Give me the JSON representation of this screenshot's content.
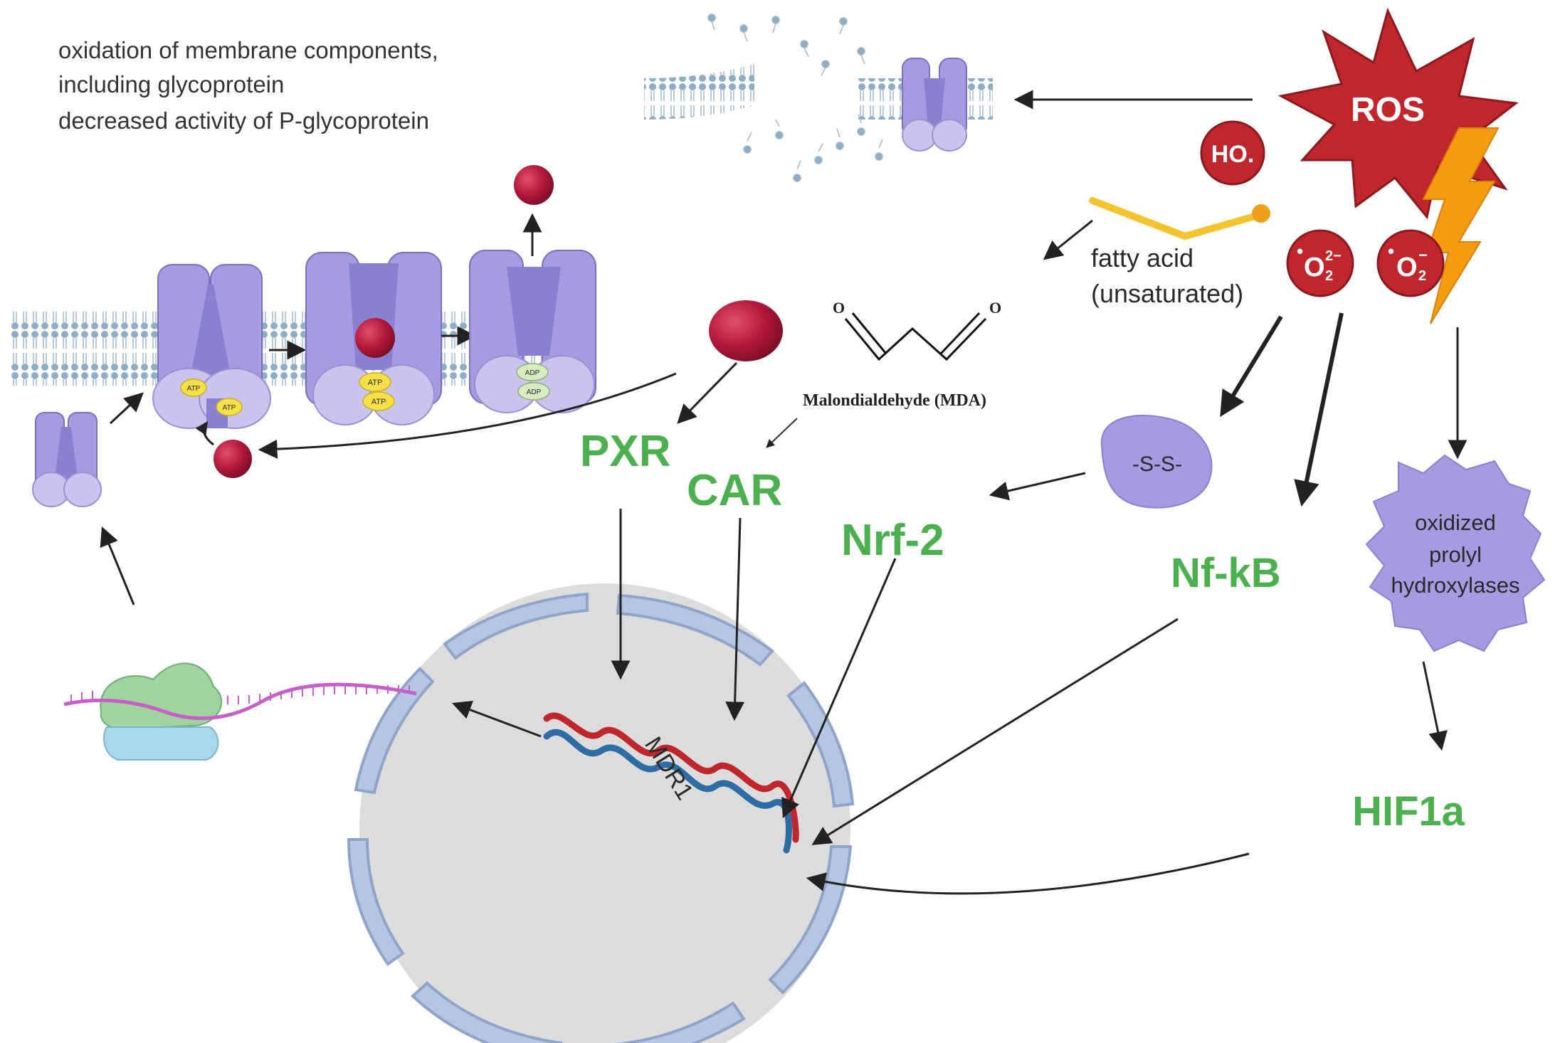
{
  "note": {
    "line1": "oxidation of membrane components,",
    "line2": "including glycoprotein",
    "line3": "decreased activity of P-glycoprotein"
  },
  "ros": {
    "label": "ROS",
    "hydroxyl": "HO.",
    "peroxide_o": "O",
    "peroxide_sub": "2",
    "peroxide_sup": "2−",
    "superoxide_o": "O",
    "superoxide_sub": "2",
    "superoxide_sup": "−",
    "radical_dot": "•"
  },
  "fatty_acid": {
    "line1": "fatty acid",
    "line2": "(unsaturated)"
  },
  "mda": {
    "label": "Malondialdehyde (MDA)",
    "o_left": "O",
    "o_right": "O"
  },
  "atp": {
    "label": "ATP",
    "adp": "ADP"
  },
  "disulfide": {
    "label": "-S-S-"
  },
  "prolyl": {
    "line1": "oxidized",
    "line2": "prolyl",
    "line3": "hydroxylases"
  },
  "factors": {
    "pxr": "PXR",
    "car": "CAR",
    "nrf2": "Nrf-2",
    "nfkb": "Nf-kB",
    "hif1a": "HIF1a"
  },
  "gene": {
    "label": "MDR1"
  },
  "colors": {
    "transporter": "#a49be0",
    "transporter_dark": "#8a80d0",
    "transporter_light": "#c9c3ee",
    "ros_red": "#c0272d",
    "molecule_red": "#b0173a",
    "green_text": "#4caf50",
    "lightning": "#f39c12",
    "nucleus_fill": "#dcdcdc",
    "envelope": "#9fb4d6"
  }
}
